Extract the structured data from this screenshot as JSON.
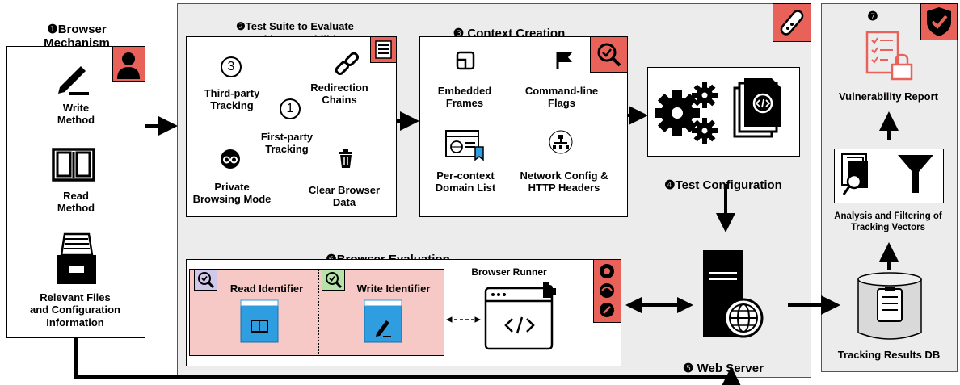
{
  "browser_mechanism": {
    "number": "❶",
    "title": "Browser\nMechanism",
    "items": [
      "Write\nMethod",
      "Read\nMethod",
      "Relevant Files\nand Configuration\nInformation"
    ]
  },
  "test_suite": {
    "number": "❷",
    "title": "Test Suite to Evaluate\nTracking Capabilities",
    "circle_three": "3",
    "circle_one": "1",
    "items": [
      "Third-party\nTracking",
      "Redirection\nChains",
      "First-party\nTracking",
      "Private\nBrowsing Mode",
      "Clear Browser\nData"
    ]
  },
  "context_creation": {
    "number": "❸",
    "title": "Context Creation",
    "items": [
      "Embedded\nFrames",
      "Command-line\nFlags",
      "Per-context\nDomain List",
      "Network Config &\nHTTP Headers"
    ]
  },
  "test_configuration": {
    "number": "❹",
    "label": "Test Configuration"
  },
  "web_server": {
    "number": "❺",
    "label": "Web Server"
  },
  "browser_evaluation": {
    "number": "❻",
    "title": "Browser Evaluation",
    "read_identifier": "Read Identifier",
    "write_identifier": "Write Identifier",
    "browser_runner": "Browser Runner"
  },
  "results": {
    "number": "❼",
    "vulnerability_report": "Vulnerability Report",
    "analysis": "Analysis and Filtering of\nTracking Vectors",
    "db": "Tracking Results DB"
  },
  "colors": {
    "accent_red": "#e8625a",
    "panel_gray": "#ececec",
    "pink_area": "#f6c9c6",
    "blue_window": "#2f9ee0",
    "green_tag": "#b5e3a8",
    "lavender_tag": "#cfc8ea"
  }
}
